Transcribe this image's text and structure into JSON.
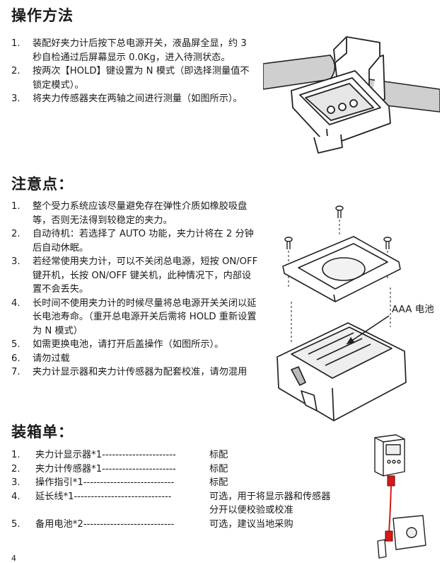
{
  "sections": {
    "operation": {
      "heading": "操作方法",
      "items": [
        {
          "num": "1.",
          "text": "装配好夹力计后按下总电源开关，液晶屏全显，约 3 秒自检通过后屏幕显示 0.0Kg，进入待测状态。"
        },
        {
          "num": "2.",
          "text": "按两次【HOLD】键设置为 N 模式（即选择测量值不锁定模式）。"
        },
        {
          "num": "3.",
          "text": "将夹力传感器夹在两轴之间进行测量（如图所示）。"
        }
      ]
    },
    "notes": {
      "heading": "注意点：",
      "items": [
        {
          "num": "1.",
          "text": "整个受力系统应该尽量避免存在弹性介质如橡胶吸盘等，否则无法得到较稳定的夹力。"
        },
        {
          "num": "2.",
          "text": "自动待机：若选择了 AUTO 功能，夹力计将在 2 分钟后自动休眠。"
        },
        {
          "num": "3.",
          "text": "若经常使用夹力计，可以不关闭总电源，短按 ON/OFF 键开机，长按 ON/OFF 键关机，此种情况下，内部设置不会丢失。"
        },
        {
          "num": "4.",
          "text": "长时间不使用夹力计的时候尽量将总电源开关关闭以延长电池寿命。（重开总电源开关后需将 HOLD 重新设置为 N 模式）"
        },
        {
          "num": "5.",
          "text": "如需更换电池，请打开后盖操作（如图所示）。"
        },
        {
          "num": "6.",
          "text": "请勿过载"
        },
        {
          "num": "7.",
          "text": "夹力计显示器和夹力计传感器为配套校准，请勿混用"
        }
      ]
    },
    "packing": {
      "heading": "装箱单：",
      "items": [
        {
          "num": "1.",
          "text": "夹力计显示器*1----------------------",
          "note": "标配"
        },
        {
          "num": "2.",
          "text": "夹力计传感器*1----------------------",
          "note": "标配"
        },
        {
          "num": "3.",
          "text": "操作指引*1---------------------------",
          "note": "标配"
        },
        {
          "num": "4.",
          "text": "延长线*1-----------------------------",
          "note": "可选，用于将显示器和传感器",
          "note2": "分开以便校验或校准"
        },
        {
          "num": "5.",
          "text": "备用电池*2---------------------------",
          "note": "可选，建议当地采购"
        }
      ]
    }
  },
  "figures": {
    "battery_label": "AAA 电池",
    "page_number": "4"
  }
}
